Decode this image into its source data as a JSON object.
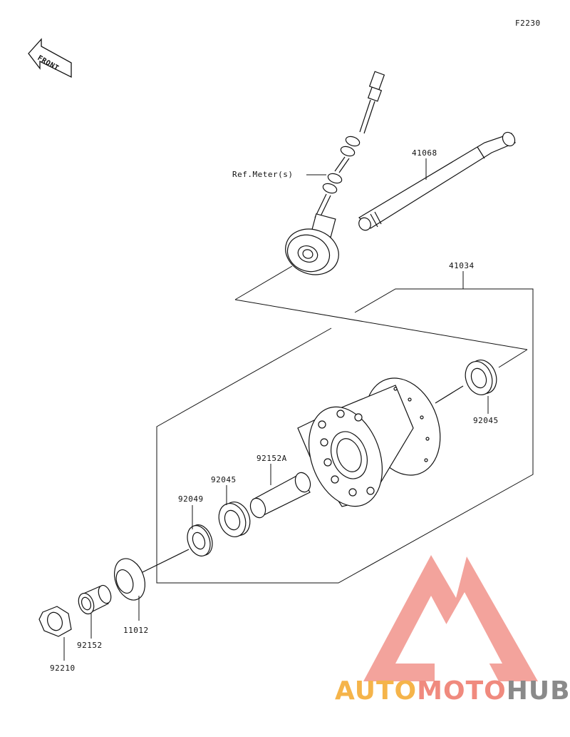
{
  "diagram": {
    "code": "F2230",
    "front_label": "FRONT",
    "ref_label": "Ref.Meter(s)",
    "parts": [
      {
        "id": "41068"
      },
      {
        "id": "41034"
      },
      {
        "id": "92045"
      },
      {
        "id": "92152A"
      },
      {
        "id": "92045"
      },
      {
        "id": "92049"
      },
      {
        "id": "11012"
      },
      {
        "id": "92152"
      },
      {
        "id": "92210"
      }
    ]
  },
  "watermark": {
    "part1": "AUTO",
    "part2": "MOTO",
    "part3": "HUB",
    "colors": {
      "part1": "#f5b44a",
      "part2": "#f08a7e",
      "part3": "#8a8a8a",
      "logo": "#f29a92"
    }
  }
}
